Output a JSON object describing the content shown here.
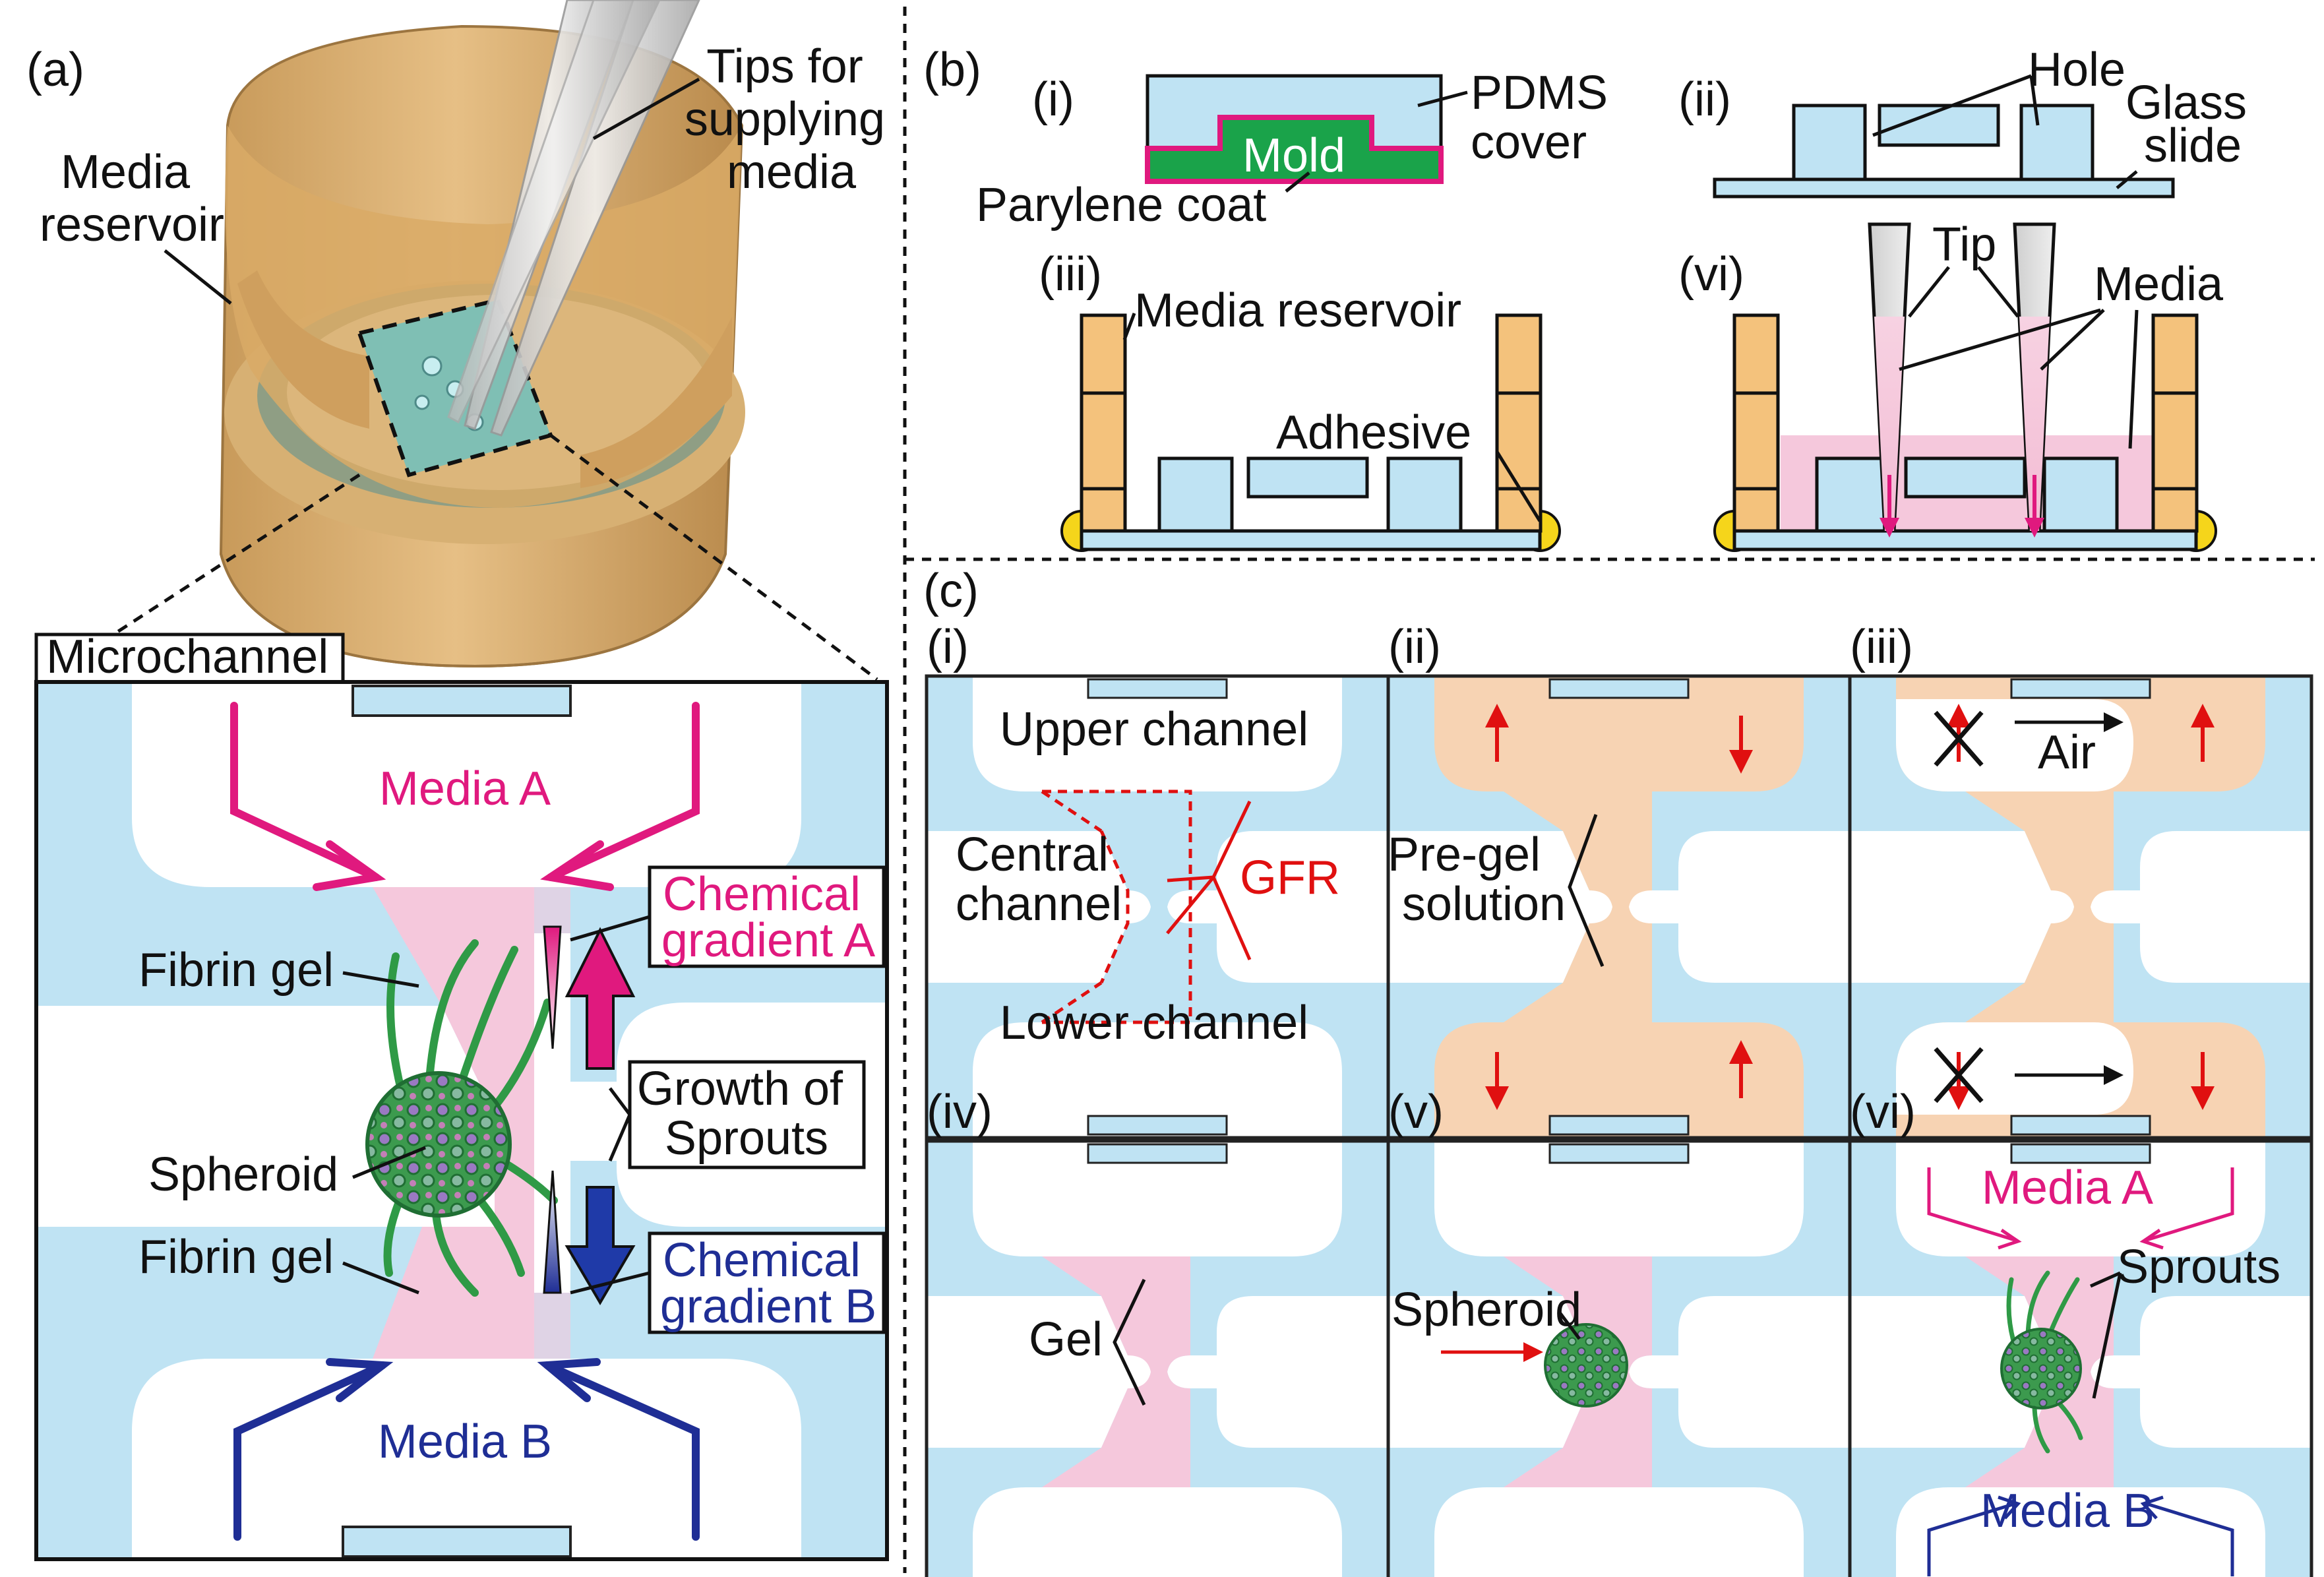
{
  "panel_a": {
    "tag": "(a)",
    "tips_label": [
      "Tips for",
      "supplying",
      "media"
    ],
    "reservoir_label": [
      "Media",
      "reservoir"
    ],
    "microchannel_label": "Microchannel",
    "media_a": "Media A",
    "media_b": "Media B",
    "fibrin_gel_upper": "Fibrin gel",
    "fibrin_gel_lower": "Fibrin gel",
    "spheroid": "Spheroid",
    "chem_a": [
      "Chemical",
      "gradient A"
    ],
    "chem_b": [
      "Chemical",
      "gradient B"
    ],
    "growth": [
      "Growth of",
      "Sprouts"
    ]
  },
  "panel_b": {
    "tag": "(b)",
    "sub_i": "(i)",
    "sub_ii": "(ii)",
    "sub_iii": "(iii)",
    "sub_vi": "(vi)",
    "mold": "Mold",
    "pdms_cover": [
      "PDMS",
      "cover"
    ],
    "parylene": "Parylene coat",
    "hole": "Hole",
    "glass_slide": [
      "Glass",
      "slide"
    ],
    "media_reservoir": "Media reservoir",
    "adhesive": "Adhesive",
    "tip": "Tip",
    "media": "Media"
  },
  "panel_c": {
    "tag": "(c)",
    "sub": [
      "(i)",
      "(ii)",
      "(iii)",
      "(iv)",
      "(v)",
      "(vi)"
    ],
    "upper_channel": "Upper channel",
    "central_channel": [
      "Central",
      "channel"
    ],
    "lower_channel": "Lower channel",
    "gfr": "GFR",
    "pregel": [
      "Pre-gel",
      "solution"
    ],
    "air": "Air",
    "gel": "Gel",
    "spheroid": "Spheroid",
    "media_a": "Media A",
    "media_b": "Media B",
    "sprouts": "Sprouts"
  },
  "colors": {
    "channel_blue": "#bfe3f3",
    "gel_pink": "#f5c8dc",
    "pregel_orange": "#f7d3b3",
    "mold_green": "#1aa34a",
    "reservoir_tan": "#f4c27c",
    "adhesive_yellow": "#f5d51b",
    "magenta": "#e0197e",
    "navy": "#1f2e95",
    "red": "#e01010"
  }
}
